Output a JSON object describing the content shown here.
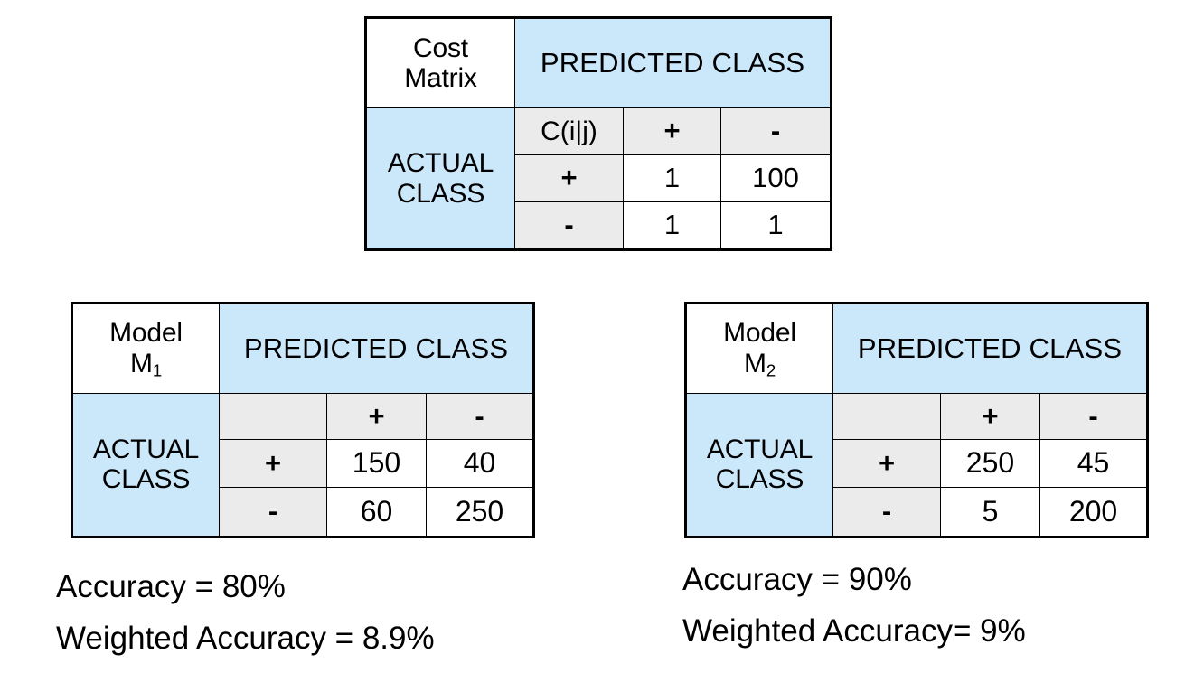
{
  "cost_matrix": {
    "corner_title_lines": [
      "Cost",
      "Matrix"
    ],
    "corner_title_color": "#ff0000",
    "predicted_header": "PREDICTED CLASS",
    "actual_header_lines": [
      "ACTUAL",
      "CLASS"
    ],
    "notation_label": "C(i|j)",
    "column_labels": [
      "+",
      "-"
    ],
    "row_labels": [
      "+",
      "-"
    ],
    "cells": [
      [
        {
          "value": "1",
          "color": "#000000"
        },
        {
          "value": "100",
          "color": "#ff0000"
        }
      ],
      [
        {
          "value": "1",
          "color": "#000000"
        },
        {
          "value": "1",
          "color": "#000000"
        }
      ]
    ],
    "colors": {
      "header_blue": "#cbe8fb",
      "label_gray": "#ebebeb",
      "cell_white": "#ffffff",
      "accent_red": "#ff0000",
      "border": "#000000"
    }
  },
  "model_m1": {
    "corner_title_line1": "Model",
    "corner_title_base": "M",
    "corner_title_sub": "1",
    "corner_title_color": "#ff0000",
    "predicted_header": "PREDICTED CLASS",
    "actual_header_lines": [
      "ACTUAL",
      "CLASS"
    ],
    "notation_label": "",
    "column_labels": [
      "+",
      "-"
    ],
    "row_labels": [
      "+",
      "-"
    ],
    "cells": [
      [
        "150",
        "40"
      ],
      [
        "60",
        "250"
      ]
    ],
    "metrics": [
      "Accuracy = 80%",
      "Weighted Accuracy = 8.9%"
    ]
  },
  "model_m2": {
    "corner_title_line1": "Model",
    "corner_title_base": "M",
    "corner_title_sub": "2",
    "corner_title_color": "#ff0000",
    "predicted_header": "PREDICTED CLASS",
    "actual_header_lines": [
      "ACTUAL",
      "CLASS"
    ],
    "notation_label": "",
    "column_labels": [
      "+",
      "-"
    ],
    "row_labels": [
      "+",
      "-"
    ],
    "cells": [
      [
        "250",
        "45"
      ],
      [
        "5",
        "200"
      ]
    ],
    "metrics": [
      "Accuracy = 90%",
      "Weighted Accuracy= 9%"
    ]
  }
}
